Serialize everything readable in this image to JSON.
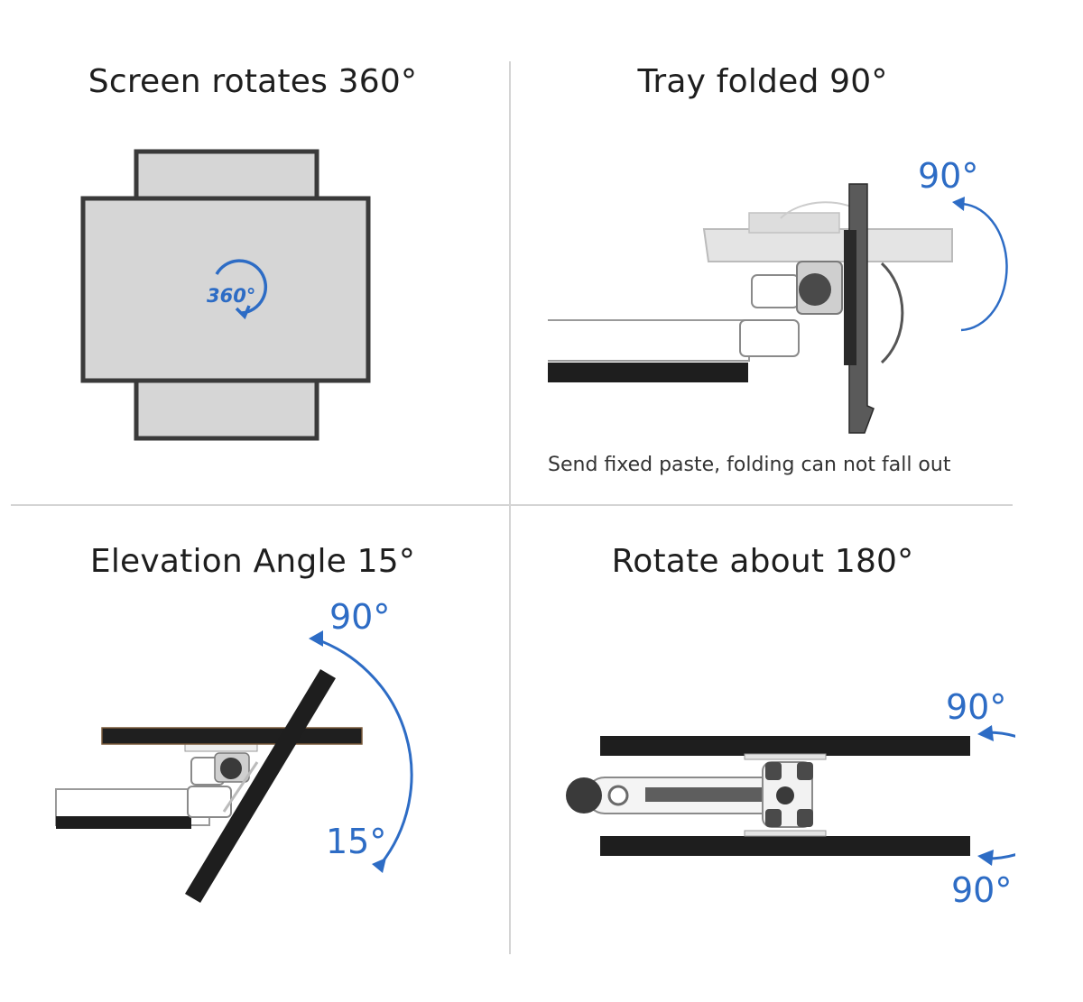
{
  "panels": [
    {
      "title": "Screen rotates 360°",
      "badge": "360°"
    },
    {
      "title": "Tray folded 90°",
      "angle": "90°",
      "caption": "Send fixed paste, folding can not fall out"
    },
    {
      "title": "Elevation Angle 15°",
      "angle_top": "90°",
      "angle_bottom": "15°"
    },
    {
      "title": "Rotate about 180°",
      "angle_top": "90°",
      "angle_bottom": "90°"
    }
  ],
  "colors": {
    "accent": "#2d6cc5",
    "frame": "#3a3a3a",
    "screen": "#d6d6d6",
    "divider": "#d4d4d4"
  }
}
